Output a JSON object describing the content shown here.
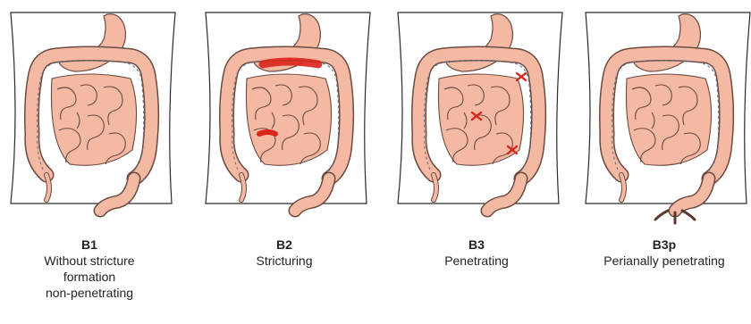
{
  "panels": [
    {
      "code": "B1",
      "description": "Without stricture\nformation\nnon-penetrating",
      "variant": "plain"
    },
    {
      "code": "B2",
      "description": "Stricturing",
      "variant": "stricturing"
    },
    {
      "code": "B3",
      "description": "Penetrating",
      "variant": "penetrating"
    },
    {
      "code": "B3p",
      "description": "Perianally penetrating",
      "variant": "perianal"
    }
  ],
  "colors": {
    "intestine_fill": "#f4b9a3",
    "intestine_stroke": "#6b4a40",
    "lesion": "#d9261c",
    "fistula": "#5a3a30",
    "vessel": "#5b6e8a",
    "body_outline": "#2b2b2b"
  }
}
